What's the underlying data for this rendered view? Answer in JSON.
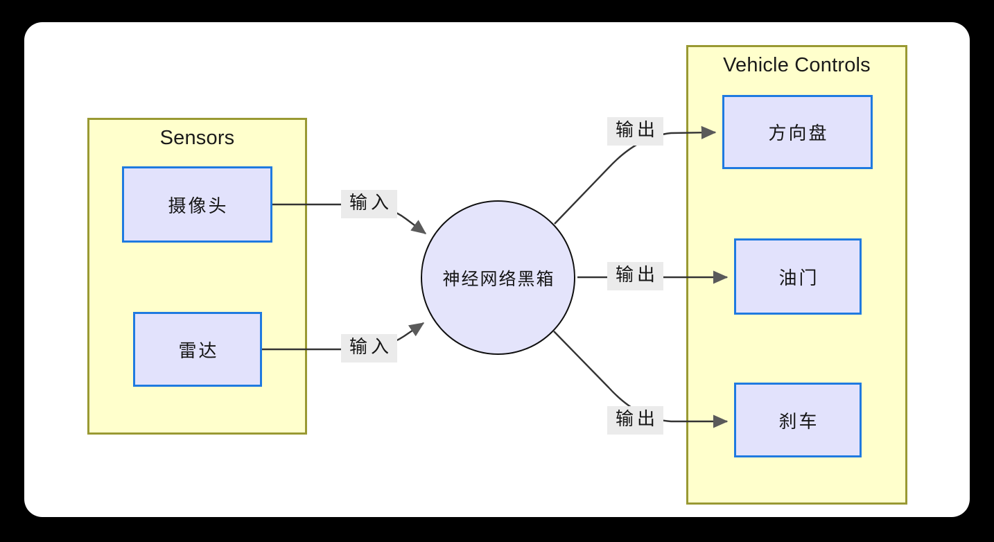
{
  "canvas": {
    "background_color": "#000000",
    "paper_color": "#ffffff"
  },
  "groups": [
    {
      "id": "sensors",
      "title": "Sensors",
      "fill": "#ffffcc",
      "stroke": "#999933"
    },
    {
      "id": "vehicle-controls",
      "title": "Vehicle Controls",
      "fill": "#ffffcc",
      "stroke": "#999933"
    }
  ],
  "nodes": {
    "camera": "摄像头",
    "radar": "雷达",
    "blackbox": "神经网络黑箱",
    "steering": "方向盘",
    "throttle": "油门",
    "brake": "刹车"
  },
  "node_style": {
    "fill": "#e2e2fc",
    "stroke": "#1f7ae0",
    "circle_fill": "#e4e4fb",
    "circle_stroke": "#0f0f0f"
  },
  "edges": [
    {
      "id": "camera-to-blackbox",
      "label": "输入",
      "from": "camera",
      "to": "blackbox"
    },
    {
      "id": "radar-to-blackbox",
      "label": "输入",
      "from": "radar",
      "to": "blackbox"
    },
    {
      "id": "blackbox-to-steering",
      "label": "输出",
      "from": "blackbox",
      "to": "steering"
    },
    {
      "id": "blackbox-to-throttle",
      "label": "输出",
      "from": "blackbox",
      "to": "throttle"
    },
    {
      "id": "blackbox-to-brake",
      "label": "输出",
      "from": "blackbox",
      "to": "brake"
    }
  ],
  "edge_style": {
    "line_color": "#333333",
    "label_background": "#ebebeb",
    "arrow_fill": "#5a5a5a"
  }
}
